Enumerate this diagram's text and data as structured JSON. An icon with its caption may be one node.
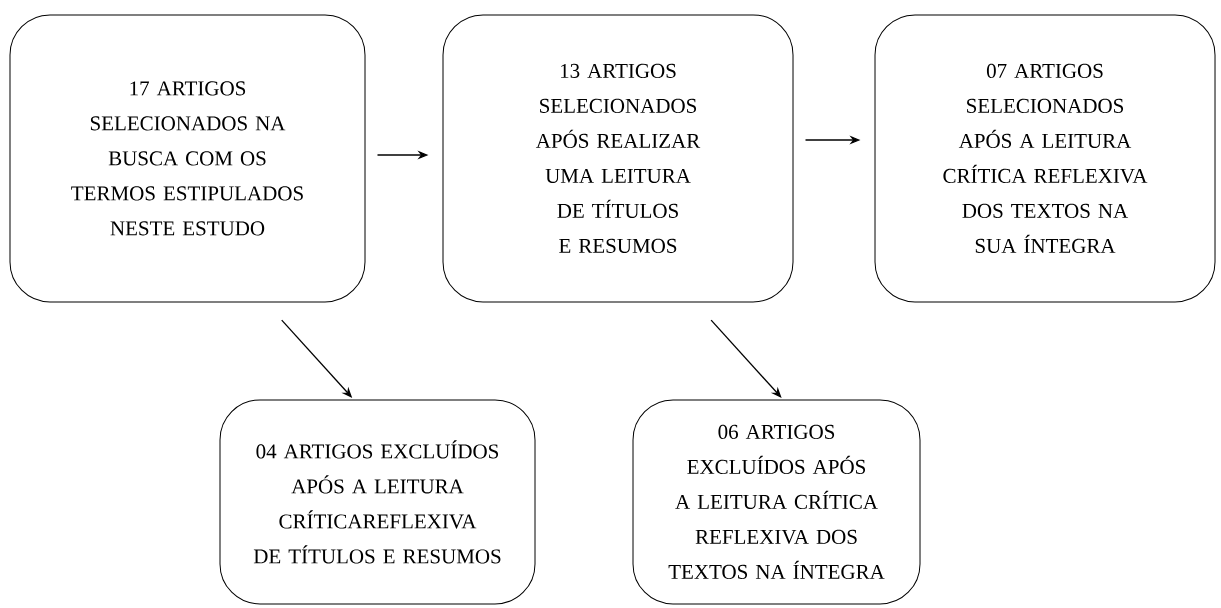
{
  "diagram": {
    "nodes": [
      {
        "text": [
          "17 ARTIGOS SELECIONADOS NA BUSCA COM OS TERMOS ESTIPULADOS NESTE ESTUDO"
        ]
      },
      {
        "text": [
          "13 ARTIGOS SELECIONADOS APÓS REALIZAR UMA LEITURA DE TÍTULOS E RESUMOS"
        ]
      },
      {
        "text": [
          "07 ARTIGOS SELECIONADOS APÓS A LEITURA CRÍTICA REFLEXIVA DOS TEXTOS NA SUA ÍNTEGRA"
        ]
      },
      {
        "text": [
          "04 ARTIGOS EXCLUÍDOS APÓS A LEITURA CRÍTICAREFLEXIVA DE TÍTULOS E RESUMOS"
        ]
      },
      {
        "text": [
          "06 ARTIGOS EXCLUÍDOS APÓS A LEITURA CRÍTICA REFLEXIVA DOS TEXTOS NA ÍNTEGRA"
        ]
      }
    ],
    "edges": [
      {
        "from": 0,
        "to": 1,
        "arrow": "to"
      },
      {
        "from": 1,
        "to": 2,
        "arrow": "to"
      },
      {
        "from": 0,
        "to": 3,
        "arrow": "to"
      },
      {
        "from": 1,
        "to": 4,
        "arrow": "to"
      }
    ]
  }
}
